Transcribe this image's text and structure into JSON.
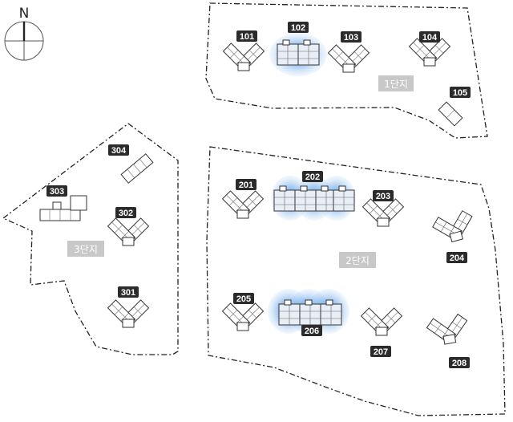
{
  "compass": {
    "label": "N"
  },
  "highlight_color": "#4a90e2",
  "zones": [
    {
      "id": "zone-1",
      "label": "1단지"
    },
    {
      "id": "zone-2",
      "label": "2단지"
    },
    {
      "id": "zone-3",
      "label": "3단지"
    }
  ],
  "buildings": [
    {
      "id": "101",
      "zone": "1단지",
      "highlighted": false
    },
    {
      "id": "102",
      "zone": "1단지",
      "highlighted": true
    },
    {
      "id": "103",
      "zone": "1단지",
      "highlighted": false
    },
    {
      "id": "104",
      "zone": "1단지",
      "highlighted": false
    },
    {
      "id": "105",
      "zone": "1단지",
      "highlighted": false
    },
    {
      "id": "201",
      "zone": "2단지",
      "highlighted": false
    },
    {
      "id": "202",
      "zone": "2단지",
      "highlighted": true
    },
    {
      "id": "203",
      "zone": "2단지",
      "highlighted": false
    },
    {
      "id": "204",
      "zone": "2단지",
      "highlighted": false
    },
    {
      "id": "205",
      "zone": "2단지",
      "highlighted": false
    },
    {
      "id": "206",
      "zone": "2단지",
      "highlighted": true
    },
    {
      "id": "207",
      "zone": "2단지",
      "highlighted": false
    },
    {
      "id": "208",
      "zone": "2단지",
      "highlighted": false
    },
    {
      "id": "301",
      "zone": "3단지",
      "highlighted": false
    },
    {
      "id": "302",
      "zone": "3단지",
      "highlighted": false
    },
    {
      "id": "303",
      "zone": "3단지",
      "highlighted": false
    },
    {
      "id": "304",
      "zone": "3단지",
      "highlighted": false
    }
  ]
}
